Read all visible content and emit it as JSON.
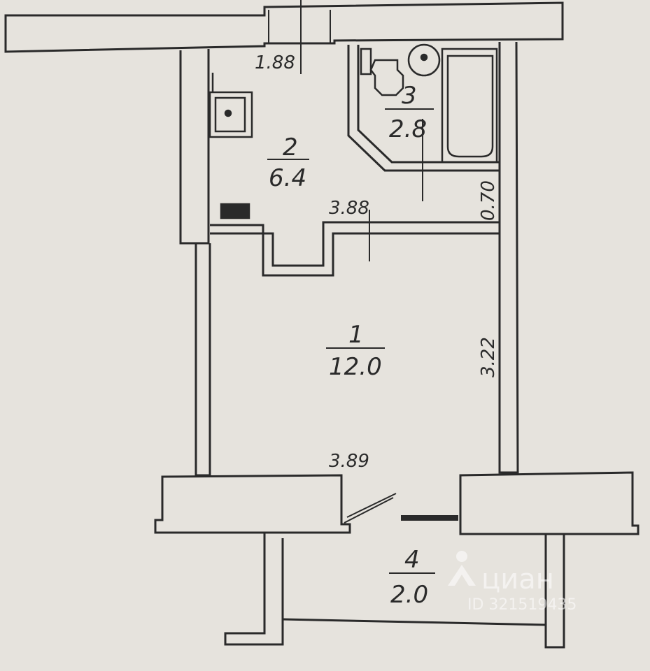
{
  "rooms": [
    {
      "number": "1",
      "area": "12.0"
    },
    {
      "number": "2",
      "area": "6.4"
    },
    {
      "number": "3",
      "area": "2.8"
    },
    {
      "number": "4",
      "area": "2.0"
    }
  ],
  "dimensions": {
    "top_opening": "1.88",
    "kitchen_bottom": "3.88",
    "bath_corridor": "0.70",
    "room_height": "3.22",
    "room_bottom": "3.89"
  },
  "watermark": {
    "brand": "циан",
    "id": "ID 321519435"
  },
  "colors": {
    "paper": "#e6e3dd",
    "ink": "#2a2a2a"
  }
}
